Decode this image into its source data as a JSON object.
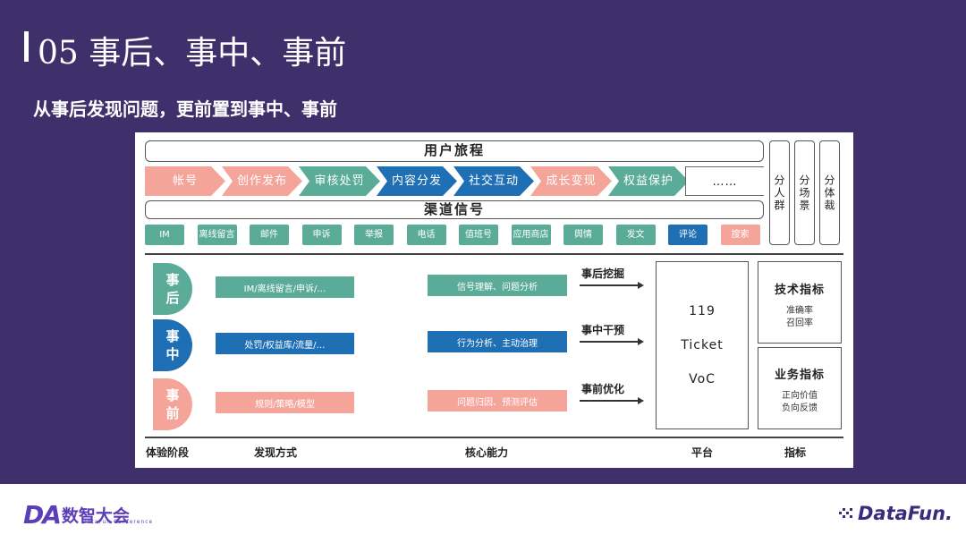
{
  "slide": {
    "title": "05 事后、事中、事前",
    "subtitle": "从事后发现问题，更前置到事中、事前"
  },
  "diagram": {
    "journey_title": "用户旅程",
    "journey_stages": [
      {
        "label": "帐号",
        "color": "#f5a49a"
      },
      {
        "label": "创作发布",
        "color": "#f5a49a"
      },
      {
        "label": "审核处罚",
        "color": "#5aab97"
      },
      {
        "label": "内容分发",
        "color": "#1f6fb5"
      },
      {
        "label": "社交互动",
        "color": "#1f6fb5"
      },
      {
        "label": "成长变现",
        "color": "#f5a49a"
      },
      {
        "label": "权益保护",
        "color": "#5aab97"
      },
      {
        "label": "……",
        "color": "#ffffff"
      }
    ],
    "segments": [
      "分人群",
      "分场景",
      "分体裁"
    ],
    "channel_title": "渠道信号",
    "channels": [
      {
        "label": "IM",
        "color": "#5aab97"
      },
      {
        "label": "离线留言",
        "color": "#5aab97"
      },
      {
        "label": "邮件",
        "color": "#5aab97"
      },
      {
        "label": "申诉",
        "color": "#5aab97"
      },
      {
        "label": "举报",
        "color": "#5aab97"
      },
      {
        "label": "电话",
        "color": "#5aab97"
      },
      {
        "label": "值班号",
        "color": "#5aab97"
      },
      {
        "label": "应用商店",
        "color": "#5aab97"
      },
      {
        "label": "舆情",
        "color": "#5aab97"
      },
      {
        "label": "发文",
        "color": "#5aab97"
      },
      {
        "label": "评论",
        "color": "#1f6fb5"
      },
      {
        "label": "搜索",
        "color": "#f5a49a"
      }
    ],
    "rows": [
      {
        "phase": "事后",
        "phase_color": "#5aab97",
        "method": "IM/离线留言/申诉/…",
        "capability": "信号理解、问题分析",
        "arrow": "事后挖掘"
      },
      {
        "phase": "事中",
        "phase_color": "#1f6fb5",
        "method": "处罚/权益库/流量/…",
        "capability": "行为分析、主动治理",
        "arrow": "事中干预"
      },
      {
        "phase": "事前",
        "phase_color": "#f5a49a",
        "method": "规则/策略/模型",
        "capability": "问题归因、预测评估",
        "arrow": "事前优化"
      }
    ],
    "platform": [
      "119",
      "Ticket",
      "VoC"
    ],
    "metrics": [
      {
        "title": "技术指标",
        "lines": [
          "准确率",
          "召回率"
        ]
      },
      {
        "title": "业务指标",
        "lines": [
          "正向价值",
          "负向反馈"
        ]
      }
    ],
    "axis_labels": [
      "体验阶段",
      "发现方式",
      "核心能力",
      "平台",
      "指标"
    ]
  },
  "footer": {
    "left_logo_mark": "DA",
    "left_logo_name": "数智大会",
    "left_logo_sub": "DataFun Conference",
    "right_logo_name": "DataFun."
  }
}
